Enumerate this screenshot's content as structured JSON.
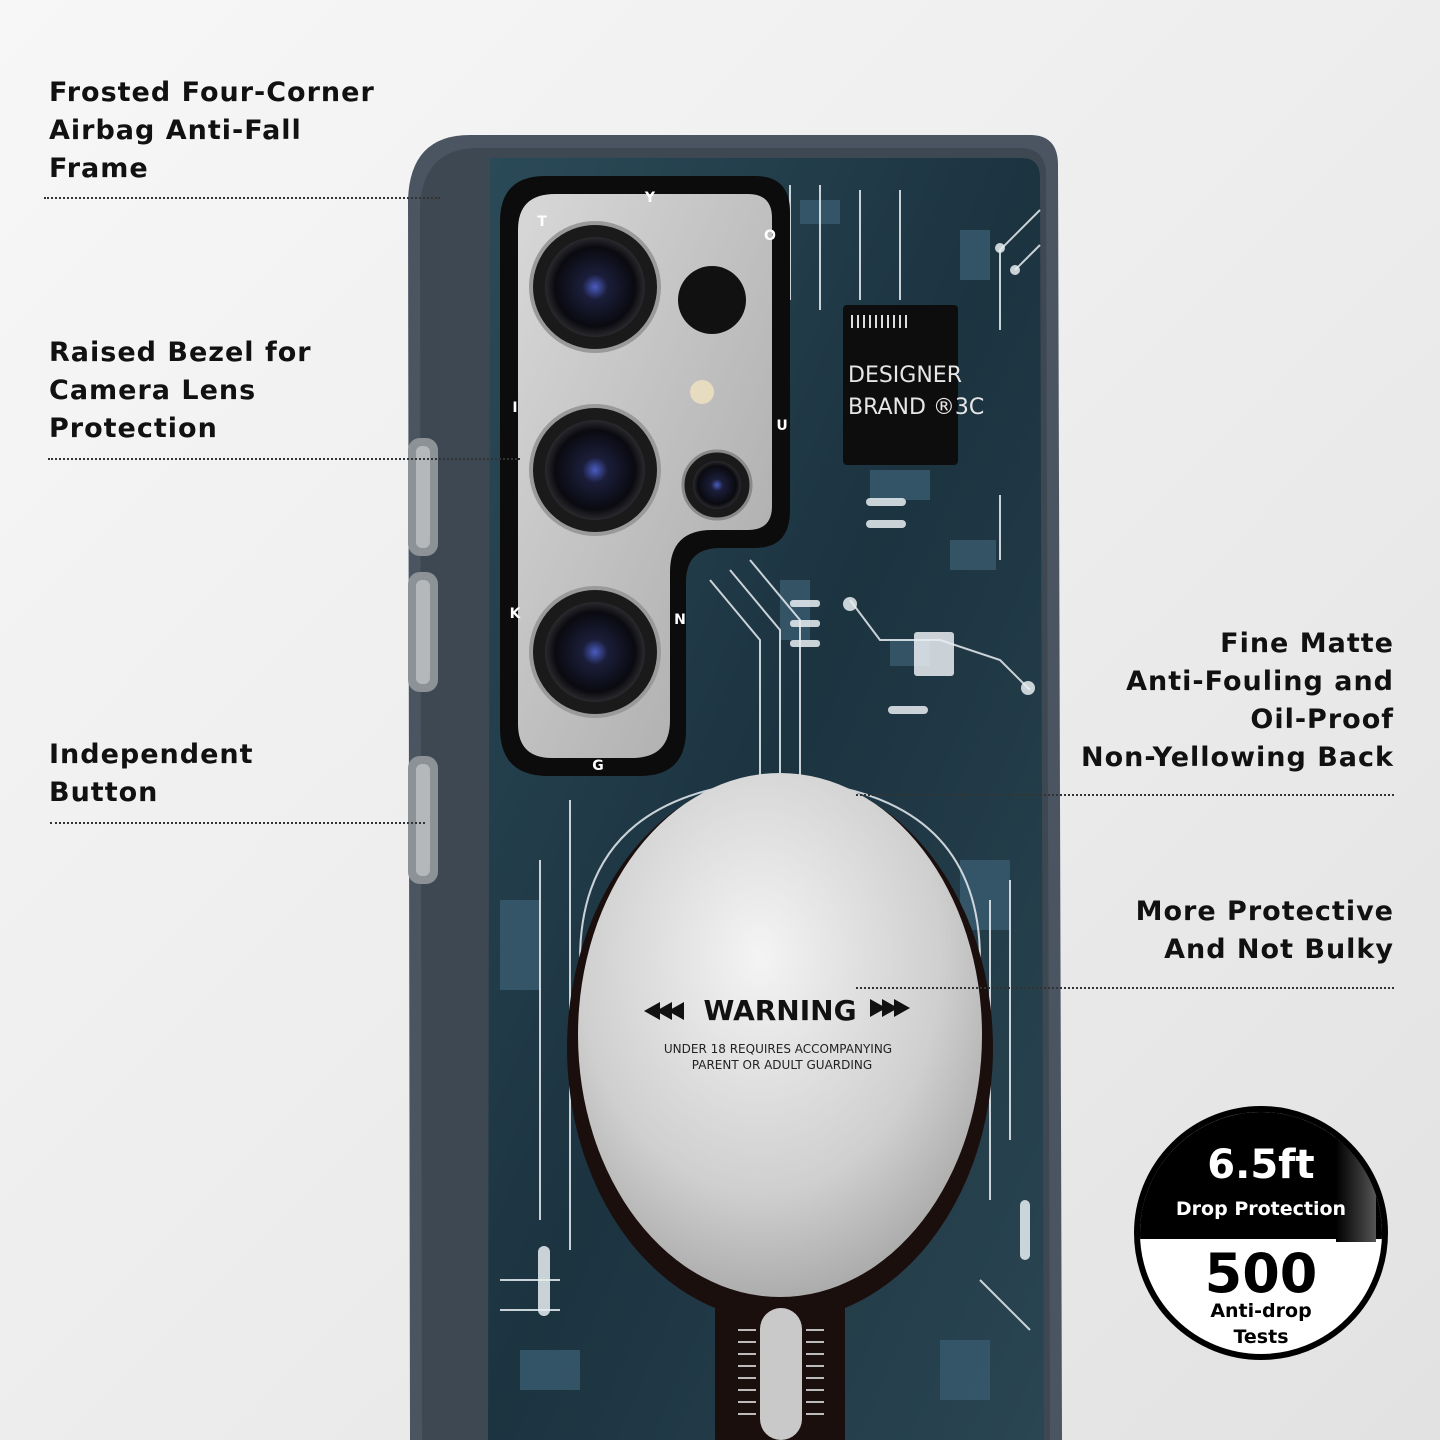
{
  "features": {
    "airbag_frame": [
      "Frosted Four-Corner",
      "Airbag Anti-Fall",
      "Frame"
    ],
    "raised_bezel": [
      "Raised Bezel for",
      "Camera Lens",
      "Protection"
    ],
    "independent_button": [
      "Independent",
      "Button"
    ],
    "matte_back": [
      "Fine Matte",
      "Anti-Fouling and",
      "Oil-Proof",
      "Non-Yellowing Back"
    ],
    "protective": [
      "More Protective",
      "And Not Bulky"
    ]
  },
  "case": {
    "bezel_letters": [
      "Y",
      "O",
      "T",
      "U",
      "I",
      "N",
      "K",
      "G"
    ],
    "chip_label": [
      "DESIGNER",
      "BRAND ®3C"
    ],
    "warning_title": "WARNING",
    "warning_text": [
      "UNDER 18 REQUIRES ACCOMPANYING",
      "PARENT OR ADULT GUARDING"
    ]
  },
  "badge": {
    "drop_height": "6.5ft",
    "drop_label": "Drop Protection",
    "tests_count": "500",
    "tests_label": [
      "Anti-drop",
      "Tests"
    ]
  },
  "colors": {
    "background": "#efefef",
    "case_frame": "#4a5561",
    "circuit_board": "#1f3a48",
    "text": "#111111"
  }
}
